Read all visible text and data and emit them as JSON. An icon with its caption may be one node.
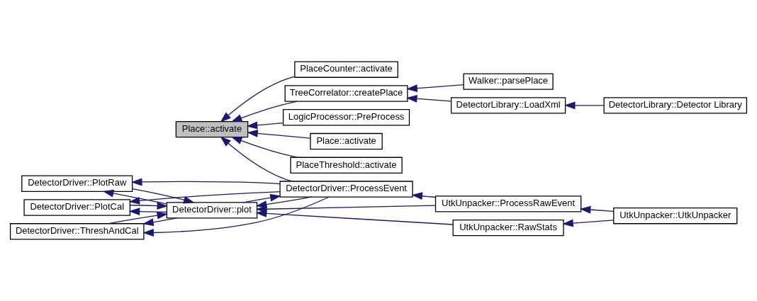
{
  "diagram": {
    "nodes": [
      {
        "text": [
          "Place::activate"
        ]
      },
      {
        "text": [
          "DetectorDriver::ProcessEvent"
        ]
      },
      {
        "text": [
          "LogicProcessor::PreProcess"
        ]
      },
      {
        "text": [
          "Place::activate"
        ]
      },
      {
        "text": [
          "PlaceThreshold::activate"
        ]
      },
      {
        "text": [
          "PlaceCounter::activate"
        ]
      },
      {
        "text": [
          "TreeCorrelator::createPlace"
        ]
      },
      {
        "text": [
          "DetectorDriver::plot"
        ]
      },
      {
        "text": [
          "UtkUnpacker::ProcessRawEvent"
        ]
      },
      {
        "text": [
          "DetectorDriver::PlotCal"
        ]
      },
      {
        "text": [
          "UtkUnpacker::RawStats"
        ]
      },
      {
        "text": [
          "DetectorDriver::ThreshAndCal"
        ]
      },
      {
        "text": [
          "DetectorDriver::PlotRaw"
        ]
      },
      {
        "text": [
          "Walker::parsePlace"
        ]
      },
      {
        "text": [
          "DetectorLibrary::LoadXml"
        ]
      },
      {
        "text": [
          "UtkUnpacker::UtkUnpacker"
        ]
      },
      {
        "text": [
          "DetectorLibrary::Detector Library"
        ]
      }
    ],
    "edges": [
      {
        "from": 1,
        "to": 0,
        "arrow": "to"
      },
      {
        "from": 2,
        "to": 0,
        "arrow": "to"
      },
      {
        "from": 3,
        "to": 0,
        "arrow": "to"
      },
      {
        "from": 4,
        "to": 0,
        "arrow": "to"
      },
      {
        "from": 5,
        "to": 0,
        "arrow": "to"
      },
      {
        "from": 6,
        "to": 0,
        "arrow": "to"
      },
      {
        "from": 8,
        "to": 1,
        "arrow": "to"
      },
      {
        "from": 1,
        "to": 9,
        "arrow": "to"
      },
      {
        "from": 1,
        "to": 7,
        "arrow": "to"
      },
      {
        "from": 7,
        "to": 1,
        "arrow": "to"
      },
      {
        "from": 1,
        "to": 11,
        "arrow": "to"
      },
      {
        "from": 1,
        "to": 12,
        "arrow": "to"
      },
      {
        "from": 8,
        "to": 7,
        "arrow": "to"
      },
      {
        "from": 7,
        "to": 9,
        "arrow": "to"
      },
      {
        "from": 9,
        "to": 7,
        "arrow": "to"
      },
      {
        "from": 10,
        "to": 7,
        "arrow": "to"
      },
      {
        "from": 7,
        "to": 11,
        "arrow": "to"
      },
      {
        "from": 11,
        "to": 7,
        "arrow": "to"
      },
      {
        "from": 7,
        "to": 12,
        "arrow": "to"
      },
      {
        "from": 12,
        "to": 7,
        "arrow": "to"
      },
      {
        "from": 15,
        "to": 8,
        "arrow": "to"
      },
      {
        "from": 15,
        "to": 10,
        "arrow": "to"
      },
      {
        "from": 13,
        "to": 6,
        "arrow": "to"
      },
      {
        "from": 14,
        "to": 6,
        "arrow": "to"
      },
      {
        "from": 16,
        "to": 14,
        "arrow": "to"
      }
    ]
  }
}
